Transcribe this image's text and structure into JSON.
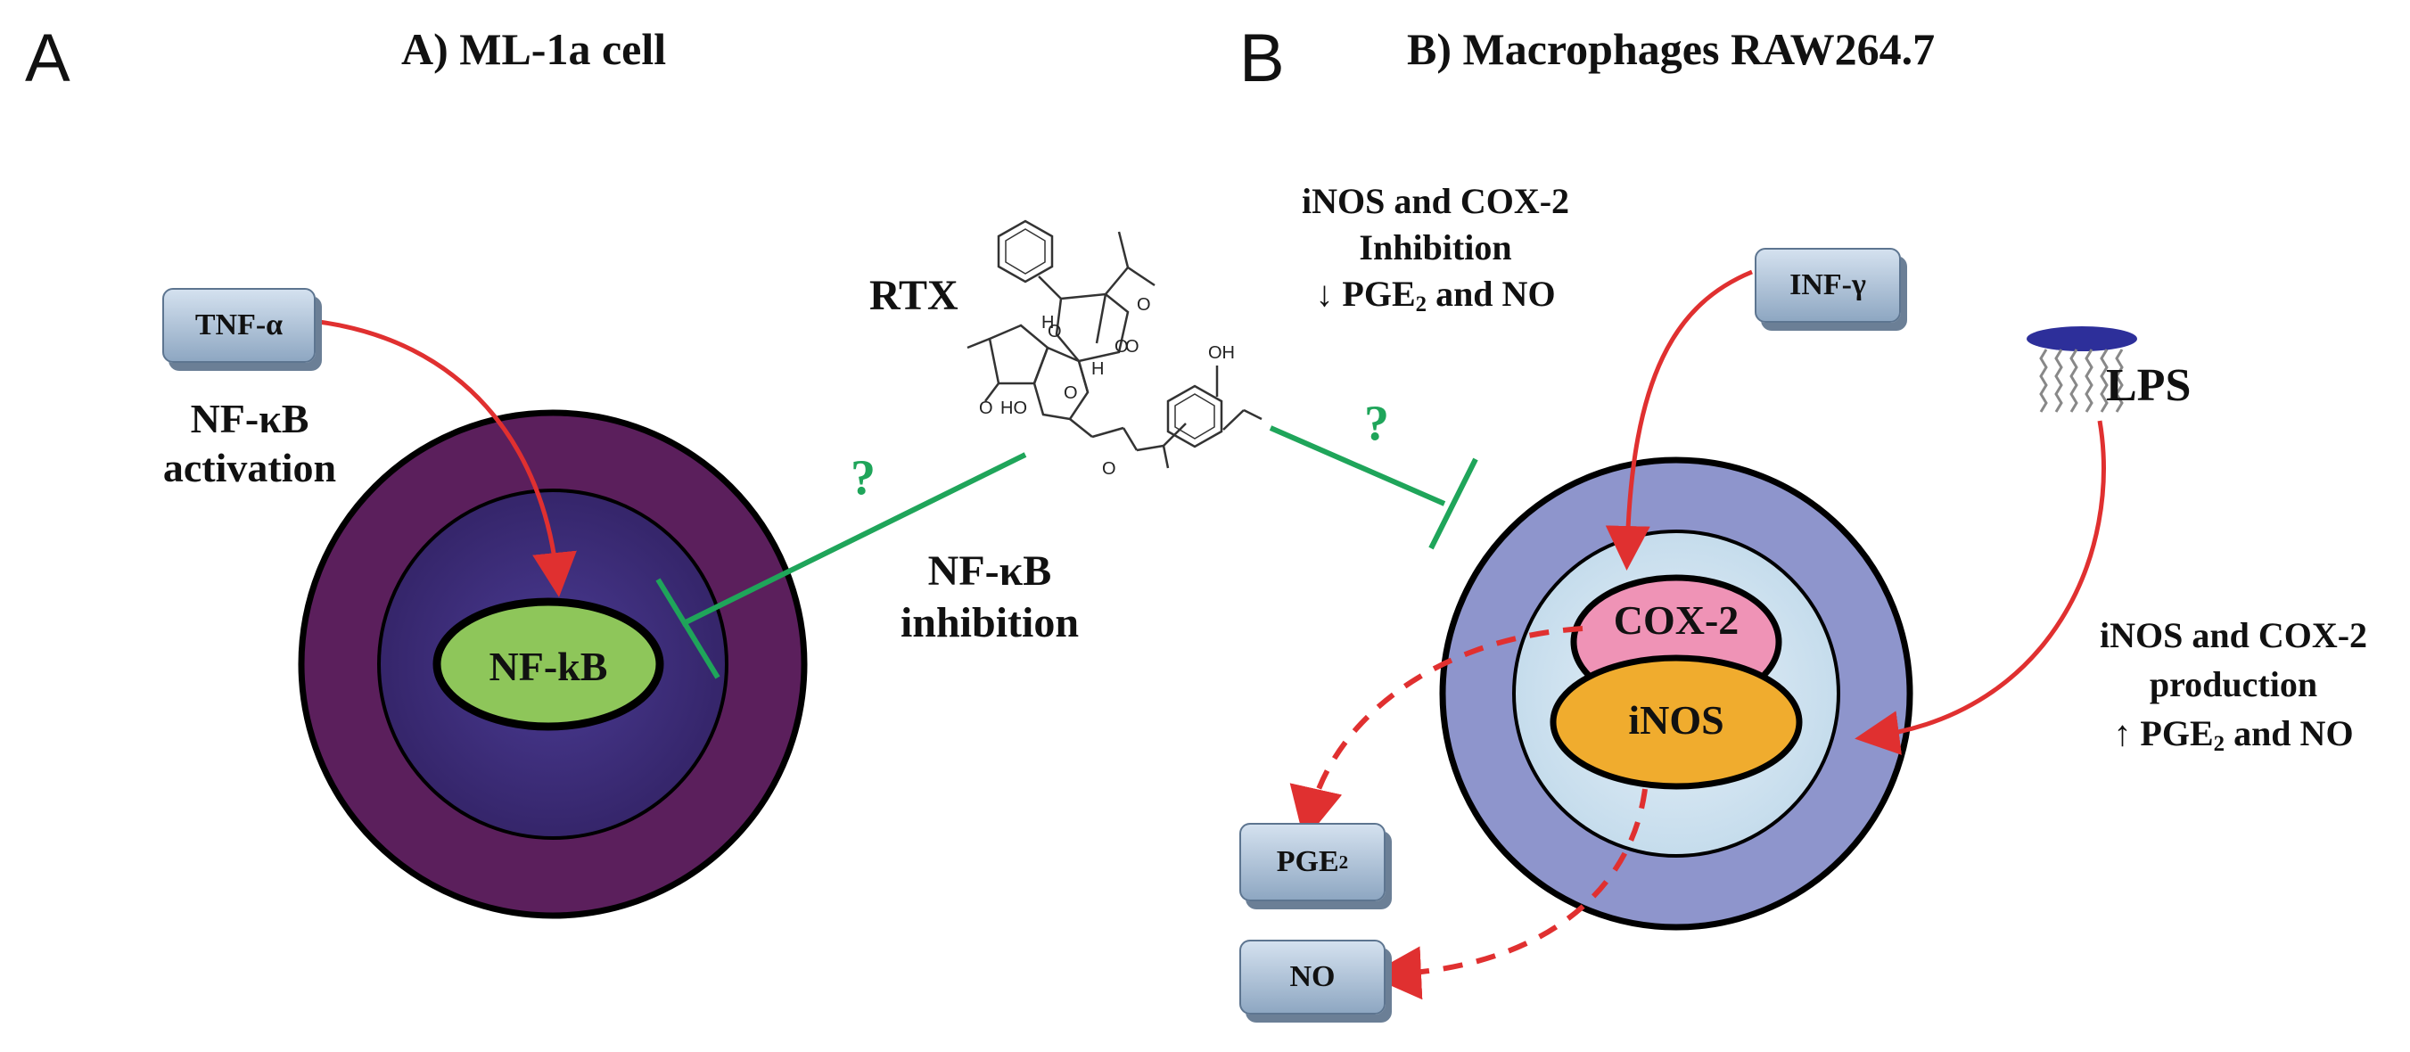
{
  "panels": {
    "a_letter": "A",
    "b_letter": "B",
    "a_title": "A)  ML-1a cell",
    "b_title": "B) Macrophages RAW264.7"
  },
  "panel_a": {
    "stimulus_box": "TNF-α",
    "activation_line1": "NF-κB",
    "activation_line2": "activation",
    "nucleus_label": "NF-kB",
    "inhibition_line1": "NF-κB",
    "inhibition_line2": "inhibition",
    "question_mark": "?"
  },
  "compound": {
    "name": "RTX",
    "atom_labels": [
      "H",
      "O",
      "O",
      "O",
      "HO",
      "H",
      "O",
      "O",
      "O",
      "OH",
      "O"
    ]
  },
  "panel_b": {
    "inhibition_line1": "iNOS and COX-2",
    "inhibition_line2": "Inhibition",
    "inhibition_line3_prefix": "↓ PGE",
    "inhibition_line3_sub": "2",
    "inhibition_line3_suffix": " and NO",
    "question_mark": "?",
    "stimulus_box": "INF-γ",
    "lps_label": "LPS",
    "cox2_label": "COX-2",
    "inos_label": "iNOS",
    "production_line1": "iNOS and COX-2",
    "production_line2": "production",
    "production_line3_prefix": "↑ PGE",
    "production_line3_sub": "2",
    "production_line3_suffix": " and NO",
    "pge2_box_prefix": "PGE",
    "pge2_box_sub": "2",
    "no_box": "NO"
  },
  "colors": {
    "activation_arrow": "#e03030",
    "inhibition_bar": "#1fa55a",
    "cell_a_outer": "#5b1f5c",
    "cell_a_inner": "#3e2a7a",
    "nucleus_a": "#8ec65a",
    "cell_b_outer": "#8e95cc",
    "cell_b_inner": "#d6e6f2",
    "cox2": "#ef93b6",
    "inos": "#f0ac2e",
    "lps_head": "#2d2f9a"
  }
}
